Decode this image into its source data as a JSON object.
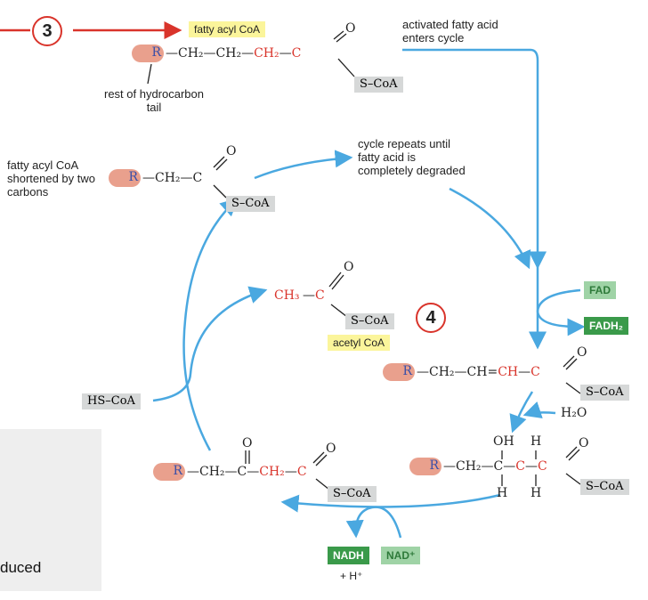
{
  "steps": {
    "step3": "3",
    "step4": "4"
  },
  "top": {
    "label": "fatty acyl CoA",
    "R": "R",
    "chain": "CH₂—CH₂—",
    "red_ch2": "CH₂",
    "c": "C",
    "o": "O",
    "scoa": "S–CoA",
    "rest_label": "rest of hydrocarbon tail",
    "note": "activated fatty acid enters cycle"
  },
  "left": {
    "label": "fatty acyl CoA shortened by two carbons",
    "R": "R",
    "ch2": "CH₂",
    "c": "C",
    "o": "O",
    "scoa": "S–CoA"
  },
  "repeat_note": "cycle repeats until fatty acid is completely degraded",
  "acetyl": {
    "ch3": "CH₃",
    "c": "C",
    "o": "O",
    "scoa": "S–CoA",
    "label": "acetyl CoA"
  },
  "hscoa": "HS–CoA",
  "fad": {
    "fad": "FAD",
    "fadh2": "FADH₂"
  },
  "enoyl": {
    "R": "R",
    "ch2": "CH₂",
    "ch_eq": "CH",
    "ch_red": "CH",
    "c": "C",
    "o": "O",
    "scoa": "S–CoA"
  },
  "water": "H₂O",
  "hydroxy": {
    "R": "R",
    "ch2": "CH₂",
    "c1": "C",
    "c2": "C",
    "c3": "C",
    "oh": "OH",
    "h_top": "H",
    "h1": "H",
    "h2": "H",
    "o": "O",
    "scoa": "S–CoA"
  },
  "keto": {
    "R": "R",
    "ch2a": "CH₂",
    "c1": "C",
    "ch2b": "CH₂",
    "c2": "C",
    "o1": "O",
    "o2": "O",
    "scoa": "S–CoA"
  },
  "nad": {
    "nadh": "NADH",
    "hplus": "+ H⁺",
    "nadplus": "NAD⁺"
  },
  "side_text": "duced",
  "colors": {
    "arrow": "#4aa8e0",
    "red_arrow": "#d9342b",
    "carbon_red": "#d9342b",
    "pill": "#e9a08d",
    "nadh": "#3a9a4a",
    "nad": "#9fd3a6"
  }
}
